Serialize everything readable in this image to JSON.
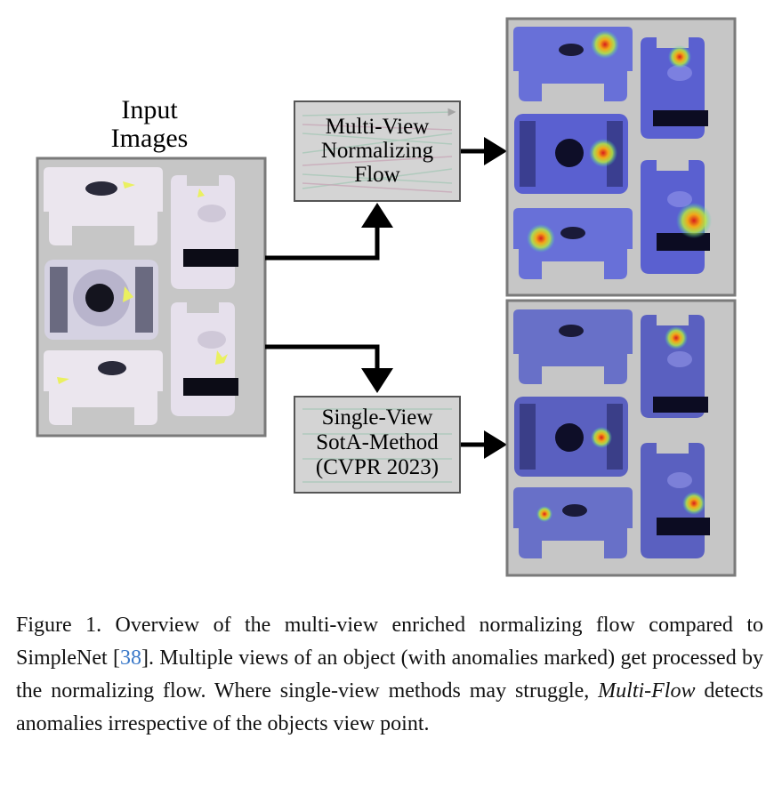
{
  "figure": {
    "input_label": [
      "Input",
      "Images"
    ],
    "multi_view_box": [
      "Multi-View",
      "Normalizing",
      "Flow"
    ],
    "single_view_box": [
      "Single-View",
      "SotA-Method",
      "(CVPR 2023)"
    ]
  },
  "caption": {
    "label": "Figure 1.",
    "text_1": " Overview of the multi-view enriched normalizing flow compared to SimpleNet [",
    "ref": "38",
    "text_2": "]. Multiple views of an object (with anomalies marked) get processed by the normalizing flow. Where single-view methods may struggle, ",
    "method": "Multi-Flow",
    "text_3": " detects anomalies irrespective of the objects view point."
  },
  "colors": {
    "panel_bg": "#c6c6c6",
    "panel_border": "#7a7a7a",
    "object_fill": "#e8e2ec",
    "heat_fill": "#5566c8",
    "link_blue": "#3a78c8"
  }
}
